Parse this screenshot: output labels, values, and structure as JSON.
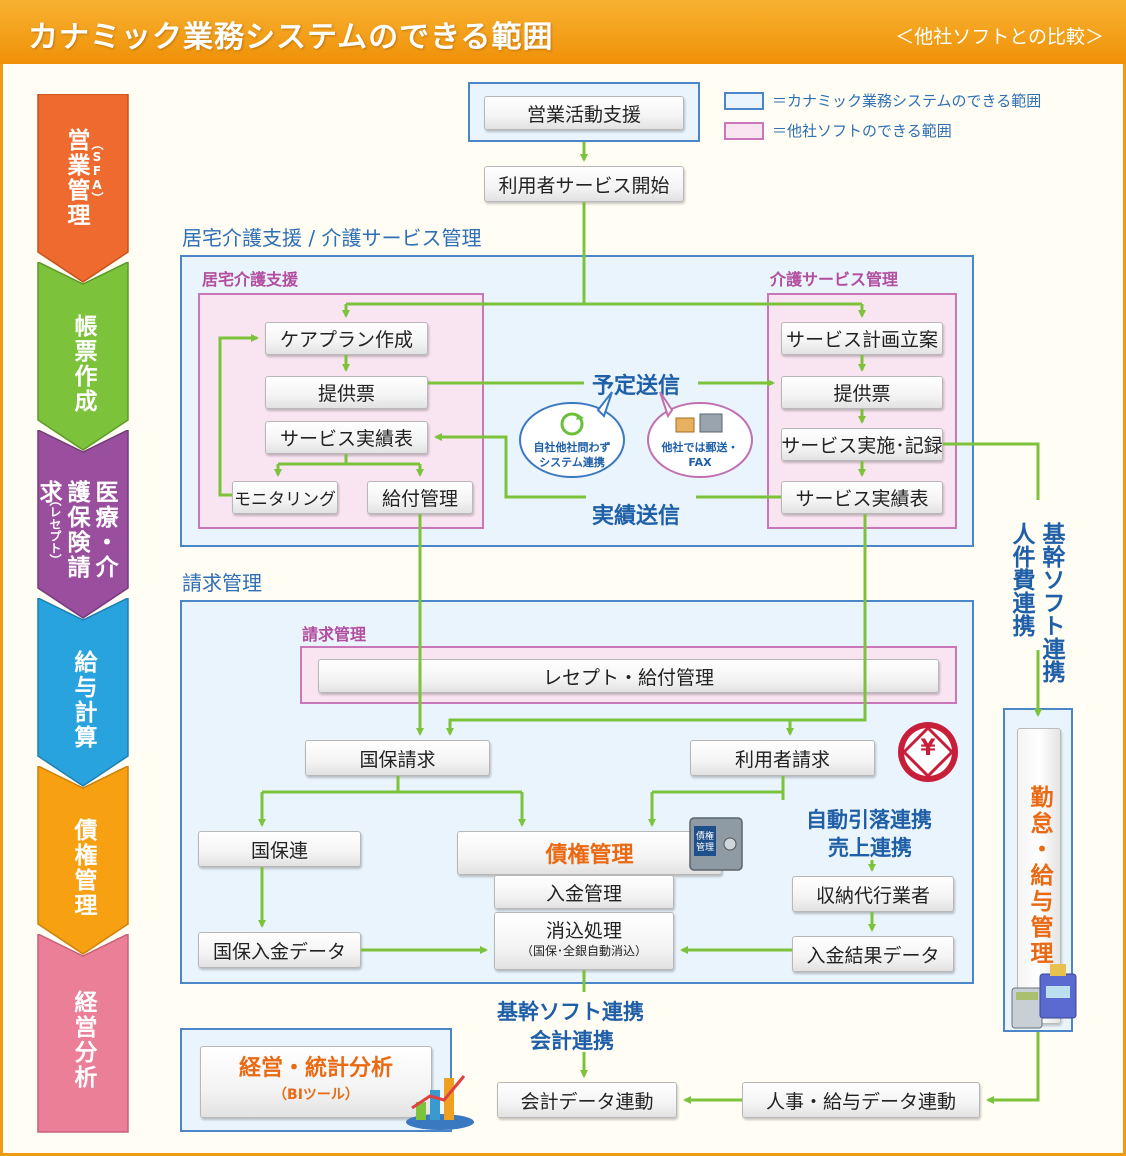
{
  "header": {
    "title": "カナミック業務システムのできる範囲",
    "subtitle": "＜他社ソフトとの比較＞"
  },
  "sidebar": {
    "steps": [
      {
        "label": "営業管理",
        "sub": "（SFA）",
        "color": "#ef6a2e"
      },
      {
        "label": "帳票作成",
        "sub": "",
        "color": "#7cc23a"
      },
      {
        "label": "医療・介護保険請求",
        "sub": "（レセプト）",
        "color": "#9a4f9e"
      },
      {
        "label": "給与計算",
        "sub": "",
        "color": "#29a3dd"
      },
      {
        "label": "債権管理",
        "sub": "",
        "color": "#f6a012"
      },
      {
        "label": "経営分析",
        "sub": "",
        "color": "#ec7f98"
      }
    ]
  },
  "legend": {
    "kanamic": "＝カナミック業務システムのできる範囲",
    "other": "＝他社ソフトのできる範囲"
  },
  "top": {
    "sales": "営業活動支援",
    "service_start": "利用者サービス開始"
  },
  "care": {
    "section_title": "居宅介護支援 / 介護サービス管理",
    "left_title": "居宅介護支援",
    "right_title": "介護サービス管理",
    "careplan": "ケアプラン作成",
    "teikyohyo_left": "提供票",
    "jisseki_left": "サービス実績表",
    "monitoring": "モニタリング",
    "kyufu": "給付管理",
    "keikaku": "サービス計画立案",
    "teikyohyo_right": "提供票",
    "jisshi": "サービス実施･記録",
    "jisseki_right": "サービス実績表",
    "yotei": "予定送信",
    "jisseki_send": "実績送信",
    "bubble_left": "自社他社問わず\nシステム連携",
    "bubble_right": "他社では郵送・\nFAX"
  },
  "billing": {
    "section_title": "請求管理",
    "sub_title": "請求管理",
    "receipt": "レセプト・給付管理",
    "kokuho_seikyu": "国保請求",
    "riyosha_seikyu": "利用者請求",
    "kokuhoren": "国保連",
    "saiken": "債権管理",
    "nyukin": "入金管理",
    "keshikomi": "消込処理",
    "keshikomi_sub": "（国保･全銀自動消込）",
    "kokuho_nyukin": "国保入金データ",
    "jidou": "自動引落連携",
    "uriage": "売上連携",
    "shuno": "収納代行業者",
    "nyukin_kekka": "入金結果データ",
    "yen_symbol": "¥",
    "safe_label": "債権\n管理"
  },
  "bottom": {
    "kikan": "基幹ソフト連携",
    "kaikei_renkei": "会計連携",
    "keiei": "経営・統計分析",
    "bi": "（BIツール）",
    "kaikei_data": "会計データ連動",
    "jinji": "人事・給与データ連動"
  },
  "right": {
    "kikan_v": "基幹ソフト連携",
    "jinken_v": "人件費連携",
    "kintai": "勤怠・給与管理"
  },
  "colors": {
    "arrow": "#7cc23a",
    "section_blue": "#2f6fb5",
    "pink_label": "#b24e9f",
    "orange_label": "#ea6a14"
  }
}
